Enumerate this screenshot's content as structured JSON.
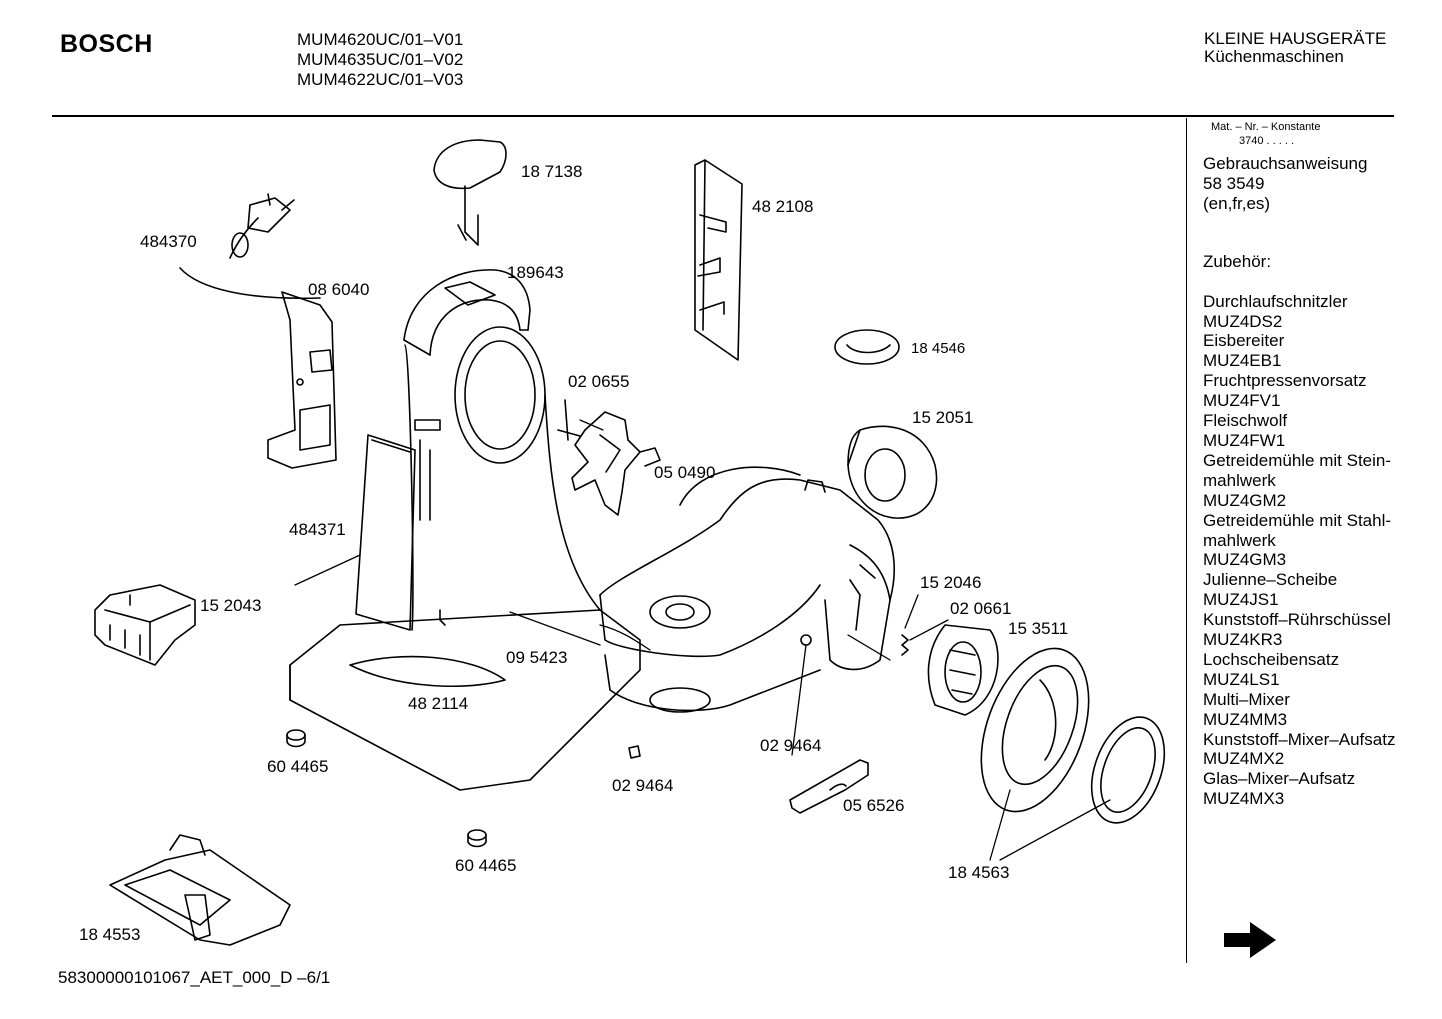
{
  "header": {
    "brand": "BOSCH",
    "models": [
      "MUM4620UC/01–V01",
      "MUM4635UC/01–V02",
      "MUM4622UC/01–V03"
    ],
    "category": "KLEINE HAUSGERÄTE",
    "subcategory": "Küchenmaschinen"
  },
  "sidebar": {
    "mat_label": "Mat. – Nr. – Konstante",
    "mat_value": "3740  .  .  .  .  .",
    "manual_label": "Gebrauchsanweisung",
    "manual_number": "58 3549",
    "manual_languages": "(en,fr,es)",
    "accessories_label": "Zubehör:",
    "accessories": [
      "Durchlaufschnitzler",
      "MUZ4DS2",
      "Eisbereiter",
      "MUZ4EB1",
      "Fruchtpressenvorsatz",
      "MUZ4FV1",
      "Fleischwolf",
      "MUZ4FW1",
      "Getreidemühle mit Stein-",
      "mahlwerk",
      "MUZ4GM2",
      "Getreidemühle mit Stahl-",
      "mahlwerk",
      "MUZ4GM3",
      "Julienne–Scheibe",
      "MUZ4JS1",
      "Kunststoff–Rührschüssel",
      "MUZ4KR3",
      "Lochscheibensatz",
      "MUZ4LS1",
      "Multi–Mixer",
      "MUZ4MM3",
      "Kunststoff–Mixer–Aufsatz",
      "MUZ4MX2",
      "Glas–Mixer–Aufsatz",
      "MUZ4MX3"
    ]
  },
  "parts": {
    "p187138": "18 7138",
    "p482108": "48 2108",
    "p484370": "484370",
    "p189643": "189643",
    "p086040": "08 6040",
    "p184546": "18 4546",
    "p020655": "02 0655",
    "p152051": "15 2051",
    "p050490": "05 0490",
    "p484371": "484371",
    "p152043": "15 2043",
    "p152046": "15 2046",
    "p020661": "02 0661",
    "p153511": "15 3511",
    "p095423": "09 5423",
    "p482114": "48 2114",
    "p604465a": "60 4465",
    "p029464a": "02 9464",
    "p029464b": "02 9464",
    "p056526": "05 6526",
    "p604465b": "60 4465",
    "p184563": "18 4563",
    "p184553": "18 4553"
  },
  "footer": {
    "code": "58300000101067_AET_000_D   –6/1"
  }
}
